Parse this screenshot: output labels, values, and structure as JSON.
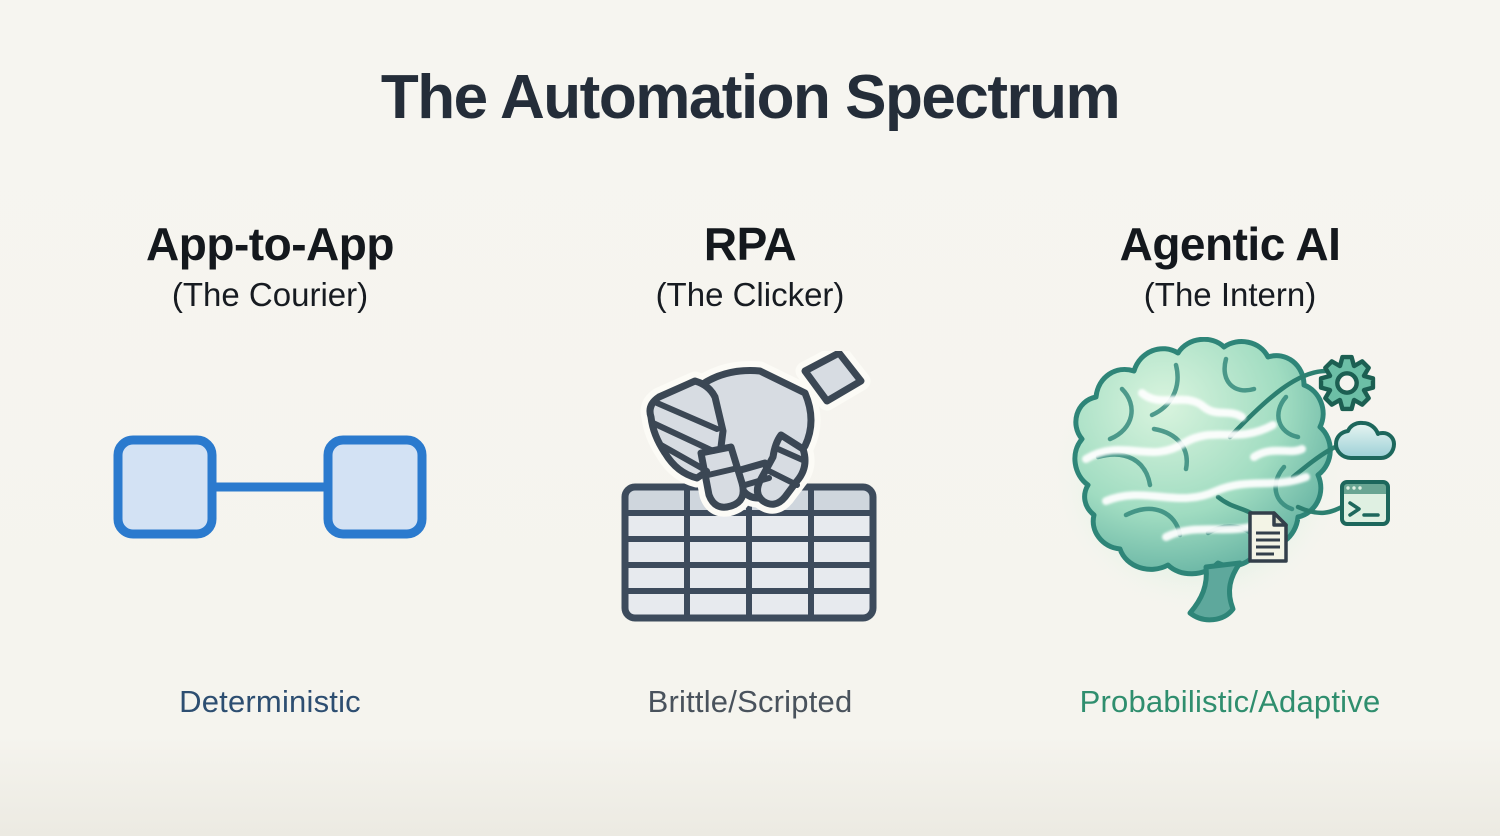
{
  "title": "The Automation Spectrum",
  "colors": {
    "background": "#f5f4ef",
    "title_text": "#242d39",
    "heading_text": "#14181d",
    "app_to_app_accent": "#2b7ace",
    "rpa_accent": "#3d4b5c",
    "agentic_accent": "#2f8e6e"
  },
  "columns": [
    {
      "heading": "App-to-App",
      "subtitle": "(The Courier)",
      "icon": "linked-apps-icon",
      "label": "Deterministic",
      "label_color": "#2d4e71"
    },
    {
      "heading": "RPA",
      "subtitle": "(The Clicker)",
      "icon": "robot-hand-table-icon",
      "label": "Brittle/Scripted",
      "label_color": "#49525c"
    },
    {
      "heading": "Agentic AI",
      "subtitle": "(The Intern)",
      "icon": "glowing-brain-icon",
      "satellite_icons": [
        "gear-icon",
        "cloud-icon",
        "terminal-icon",
        "document-icon"
      ],
      "label": "Probabilistic/Adaptive",
      "label_color": "#2f8e6e"
    }
  ]
}
